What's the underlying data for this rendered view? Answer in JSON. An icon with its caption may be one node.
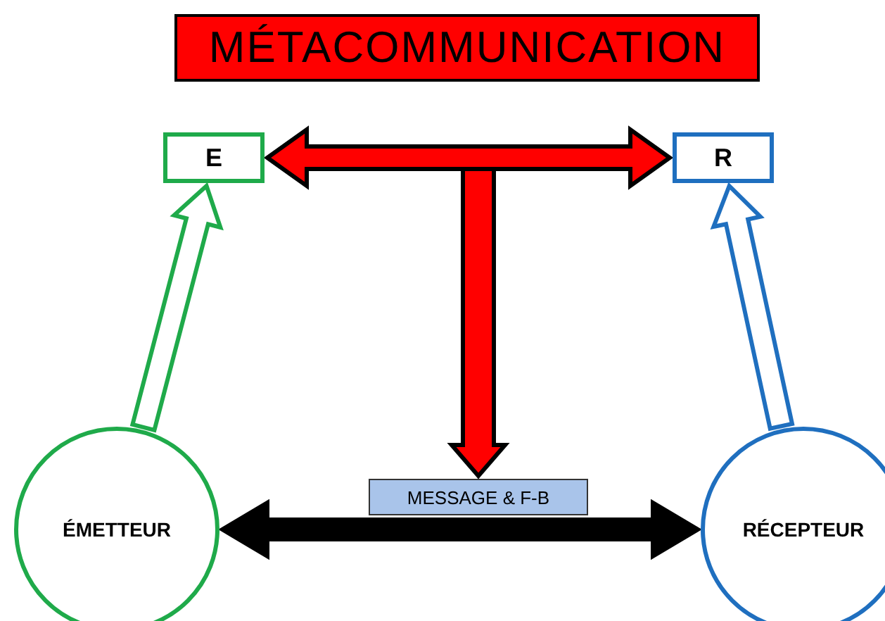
{
  "diagram": {
    "title": "MÉTACOMMUNICATION",
    "nodes": [
      {
        "text": [
          "E"
        ]
      },
      {
        "text": [
          "R"
        ]
      },
      {
        "text": [
          "ÉMETTEUR"
        ]
      },
      {
        "text": [
          "RÉCEPTEUR"
        ]
      },
      {
        "text": [
          "MESSAGE & F-B"
        ]
      }
    ],
    "edges": [
      {
        "from": 0,
        "to": 1,
        "arrow": "both",
        "style": "thick",
        "color": "#ff0000"
      },
      {
        "from": null,
        "to": 4,
        "arrow": "to",
        "style": "thick",
        "color": "#ff0000"
      },
      {
        "from": 2,
        "to": 0,
        "arrow": "to",
        "style": "thick",
        "color": "#1faa4a"
      },
      {
        "from": 3,
        "to": 1,
        "arrow": "to",
        "style": "thick",
        "color": "#1f6fbf"
      },
      {
        "from": 2,
        "to": 3,
        "arrow": "both",
        "style": "thick",
        "color": "#000000"
      }
    ]
  }
}
